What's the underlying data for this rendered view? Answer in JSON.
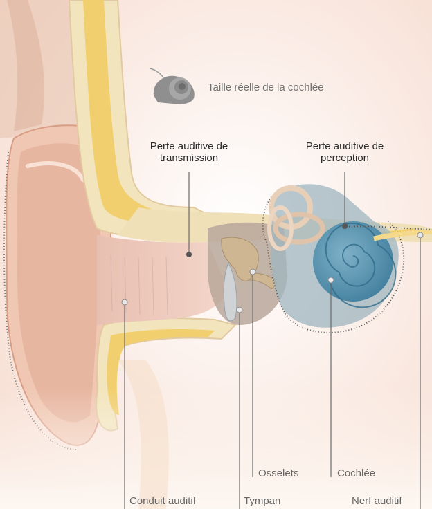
{
  "scale_note": "Taille réelle de la cochlée",
  "headings": {
    "conductive": {
      "line1": "Perte auditive de",
      "line2": "transmission"
    },
    "sensorineural": {
      "line1": "Perte auditive de",
      "line2": "perception"
    }
  },
  "callouts": {
    "osselets": "Osselets",
    "cochlee": "Cochlée",
    "conduit": "Conduit auditif",
    "tympan": "Tympan",
    "nerf": "Nerf auditif"
  },
  "colors": {
    "top_bar": "#f7be1c",
    "skin": "#f2c9b4",
    "bone": "#f2e5bd",
    "bone_marrow": "#f1cf6e",
    "cochlea": "#4f8aa6",
    "ossicles": "#cfb692",
    "leader_line": "#6b6b6b"
  },
  "icons": {
    "scale_icon": "snail-shell-icon"
  }
}
